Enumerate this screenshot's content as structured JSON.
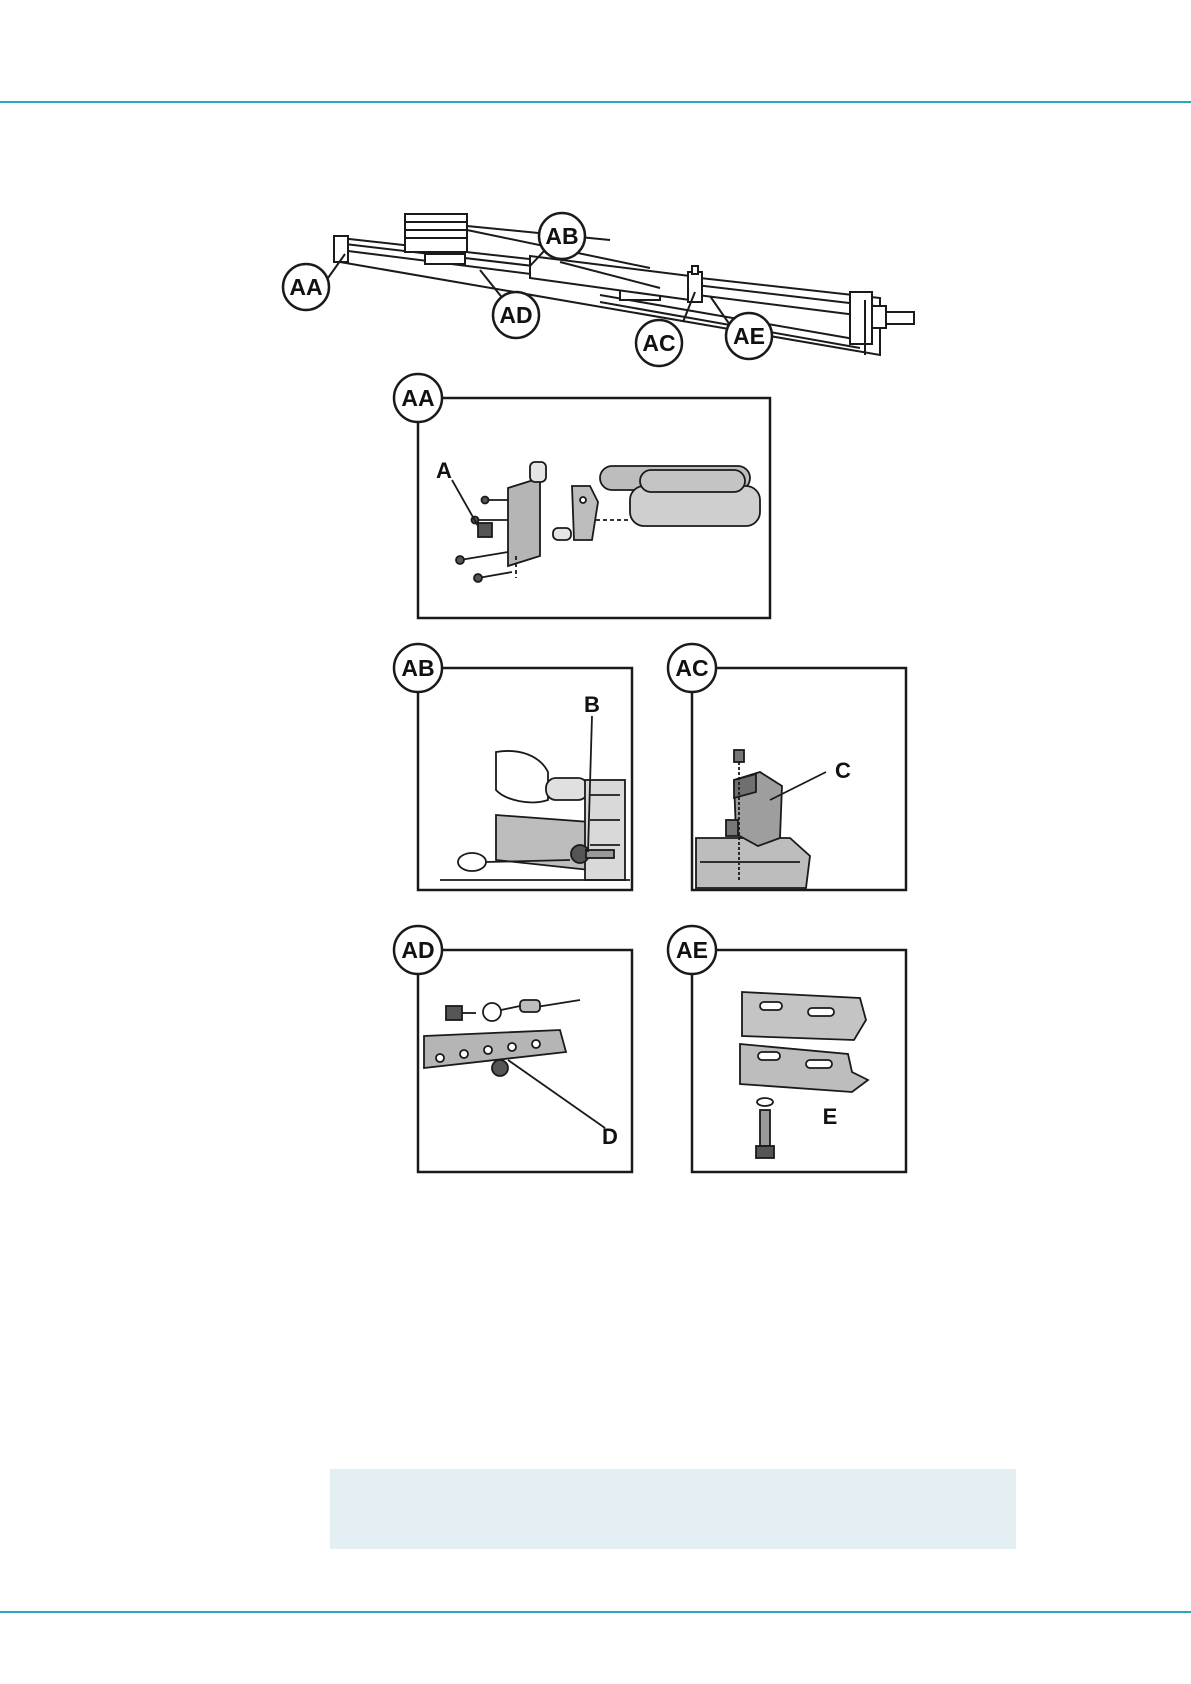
{
  "colors": {
    "rule": "#2aa7bf",
    "note_background": "#e3eff3",
    "line": "#1a1a1a",
    "part_fill": "#bdbdbd",
    "part_fill_light": "#d9d9d9"
  },
  "overview": {
    "callouts": [
      "AA",
      "AB",
      "AC",
      "AD",
      "AE"
    ]
  },
  "details": {
    "aa": {
      "tag": "AA",
      "part_letter": "A"
    },
    "ab": {
      "tag": "AB",
      "part_letter": "B"
    },
    "ac": {
      "tag": "AC",
      "part_letter": "C"
    },
    "ad": {
      "tag": "AD",
      "part_letter": "D"
    },
    "ae": {
      "tag": "AE",
      "part_letter": "E"
    }
  }
}
